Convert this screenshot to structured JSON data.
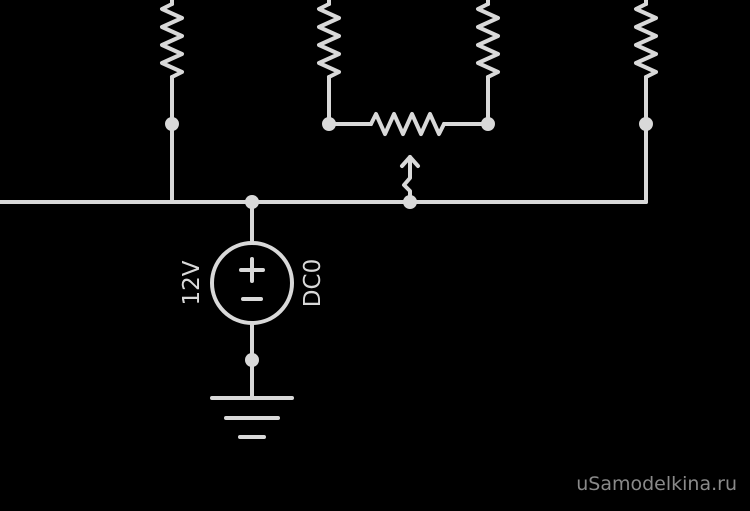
{
  "schematic": {
    "source_voltage": "12V",
    "source_name": "DC0"
  },
  "watermark": "uSamodelkina.ru",
  "colors": {
    "background": "#000000",
    "wire": "#d9d9d9",
    "watermark": "#8a8a8a"
  },
  "icons": [
    "resistor-icon",
    "potentiometer-icon",
    "dc-voltage-source-icon",
    "ground-icon"
  ]
}
